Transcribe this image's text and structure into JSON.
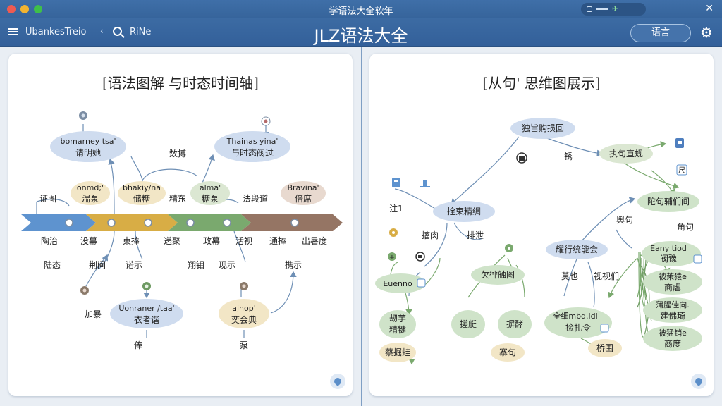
{
  "window": {
    "title": "学语法大全软年"
  },
  "toolbar": {
    "brand": "UbankesTreio",
    "search_label": "RiNe",
    "app_title": "JLZ语法大全",
    "lang_button": "语言"
  },
  "left_panel": {
    "title": "[语法图解 与时态时间轴]",
    "nodes": {
      "top_left_1": "bomarney tsa'",
      "top_left_2": "请明她",
      "top_right_1": "Thainas yina'",
      "top_right_2": "与时态阀过",
      "mid_1a": "onmd;'",
      "mid_1b": "湍泵",
      "mid_2a": "bhakiy/na",
      "mid_2b": "储糖",
      "mid_3a": "alma'",
      "mid_3b": "糖泵",
      "mid_4a": "Bravina'",
      "mid_4b": "倍席",
      "bottom_1a": "Uonraner /taa'",
      "bottom_1b": "衣者谐",
      "bottom_2a": "ajnop'",
      "bottom_2b": "奕会典"
    },
    "labels": {
      "shuju": "数搏",
      "zhengtai": "证图",
      "jingdong": "精东",
      "fabao": "法段道",
      "dongzhi": "陶治",
      "mokai": "没幕",
      "dongbei": "東捧",
      "suqi": "递聚",
      "fabu": "政幕",
      "falu": "活视",
      "tongben": "通捧",
      "chudu": "出暑度",
      "mingtai": "陆态",
      "fangxiang": "荆间",
      "jiaoshi": "诺示",
      "shichu": "翔钼",
      "xianshi": "现示",
      "jihua": "携示",
      "xiachu": "加暴",
      "yuan": "俸",
      "zhu": "泵"
    }
  },
  "right_panel": {
    "title": "[从句' 思维图展示]",
    "nodes": {
      "root": "独旨购损回",
      "r_branch": "执句直规",
      "r_far": "陀句辅们间",
      "l_branch": "拴束精绸",
      "l_leaf": "Euenno",
      "m_center": "欠徘触图",
      "m_left": "搓艇",
      "m_right": "摒酵",
      "r_center": "耀行统能会",
      "r_left_leaf": "全细mbd.ldl",
      "r_left_leaf2": "捡扎令",
      "r_list_1a": "Eany tiod",
      "r_list_1b": "阀豫",
      "r_list_2a": "被茉猿e",
      "r_list_2b": "商虐",
      "r_list_3a": "蒲腥佳向.",
      "r_list_3b": "建佛琦",
      "r_list_4a": "被猛销e",
      "r_list_4b": "商度",
      "bl_1a": "刼芋",
      "bl_1b": "精犍",
      "bl_2": "蔡掘蛙",
      "b_mid": "寨句",
      "b_right": "桥围"
    },
    "labels": {
      "hao": "锈",
      "zhu1": "注1",
      "mingdian": "搐肉",
      "paicha": "排泄",
      "yinwei": "舆句",
      "jiaoju": "角句",
      "feiye": "莫也",
      "jiujue": "视视们"
    }
  },
  "colors": {
    "titlebar": "#3a6aa3",
    "accent": "#4a7cbf",
    "node_blue": "#cfdcef",
    "node_green": "#cfe3c9",
    "node_yellow": "#f2e6c6",
    "node_brown": "#e8d9cf",
    "arrow_blue": "#5e93cf",
    "arrow_gold": "#d8ad45",
    "arrow_green": "#7aa96e",
    "arrow_brown": "#957564"
  }
}
